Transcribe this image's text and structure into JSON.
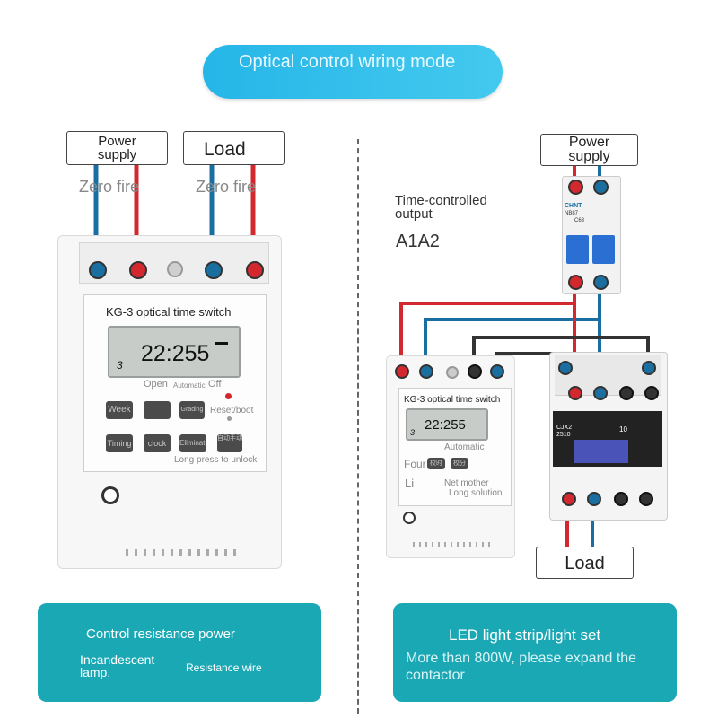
{
  "header": {
    "title": "Optical control wiring mode"
  },
  "left": {
    "power_label": "Power supply",
    "load_label": "Load",
    "zero_fire_1": "Zero fire",
    "zero_fire_2": "Zero fire",
    "device": {
      "title": "KG-3 optical time switch",
      "time": "22:255",
      "digit": "3",
      "open_label": "Open",
      "automatic_label": "Automatic",
      "off_label": "Off",
      "reset_label": "Reset/boot",
      "keys": [
        "Week",
        "Grading",
        "Timing",
        "clock",
        "Eliminating",
        "自动手动"
      ],
      "unlock_note": "Long press to unlock"
    },
    "banner": {
      "line1": "Control resistance power",
      "item1": "Incandescent lamp,",
      "item2": "Resistance wire"
    }
  },
  "right": {
    "power_label": "Power supply",
    "output_label": "Time-controlled output",
    "a1a2": "A1A2",
    "breaker": {
      "brand": "CHNT",
      "model": "NB87",
      "rating": "C63"
    },
    "device": {
      "title": "KG-3 optical time switch",
      "time": "22:255",
      "digit": "3",
      "automatic_label": "Automatic",
      "key_left": "Four",
      "keys": [
        "校时",
        "校分"
      ],
      "li": "Li",
      "net_mother": "Net mother",
      "long_solution": "Long solution"
    },
    "contactor": {
      "model": "CJX2 2510",
      "rating": "10"
    },
    "load_label": "Load",
    "banner": {
      "title": "LED light strip/light set",
      "note": "More than 800W, please expand the contactor"
    }
  },
  "colors": {
    "live_wire": "#d2282e",
    "neutral_wire": "#1a6fa0",
    "control_wire": "#333333",
    "banner": "#1ba8b5",
    "pill": "#30bfec"
  }
}
